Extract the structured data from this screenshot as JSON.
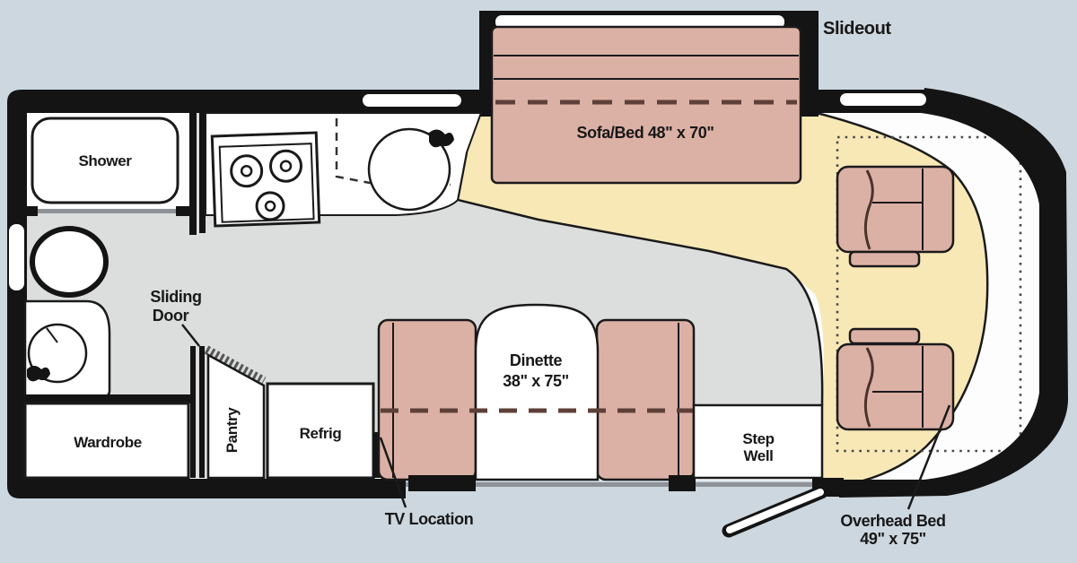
{
  "labels": {
    "slideout": "Slideout",
    "sofa_bed": "Sofa/Bed 48\" x 70\"",
    "shower": "Shower",
    "sliding_door_line1": "Sliding",
    "sliding_door_line2": "Door",
    "wardrobe": "Wardrobe",
    "pantry": "Pantry",
    "refrig": "Refrig",
    "dinette_line1": "Dinette",
    "dinette_line2": "38\" x 75\"",
    "tv_location": "TV Location",
    "step_well_line1": "Step",
    "step_well_line2": "Well",
    "overhead_bed_line1": "Overhead Bed",
    "overhead_bed_line2": "49\" x 75\""
  },
  "colors": {
    "background": "#cdd7df",
    "floor_gray": "#dcdddd",
    "cab_floor_yellow": "#f8e8b6",
    "furniture_pink": "#dcb1a5",
    "wall_black": "#141414",
    "thin_wall_gray": "#8e9296",
    "dash_brown": "#5d4038",
    "line_dark": "#1a1a1a"
  }
}
